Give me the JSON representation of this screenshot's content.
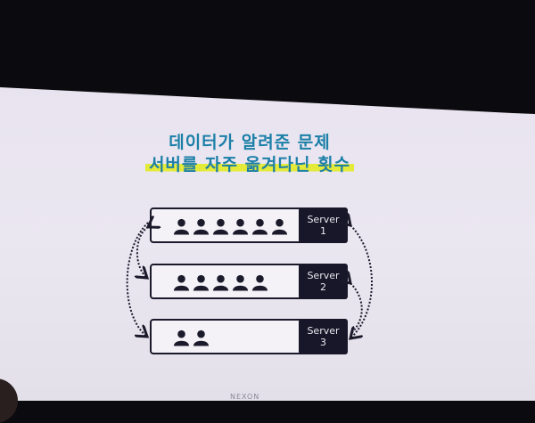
{
  "slide": {
    "title_line1": "데이터가 알려준 문제",
    "title_line2": "서버를 자주 옮겨다닌 횟수",
    "footer_logo": "NEXON"
  },
  "servers": [
    {
      "label": "Server\n1",
      "name": "Server",
      "number": "1",
      "users": 6
    },
    {
      "label": "Server\n2",
      "name": "Server",
      "number": "2",
      "users": 5
    },
    {
      "label": "Server\n3",
      "name": "Server",
      "number": "3",
      "users": 2
    }
  ],
  "colors": {
    "title": "#1c7fa8",
    "highlight": "#e3ea3a",
    "server": "#181729",
    "background": "#e7e2ee"
  },
  "icons": {
    "user": "person-icon",
    "arrow": "dotted-arrow"
  }
}
